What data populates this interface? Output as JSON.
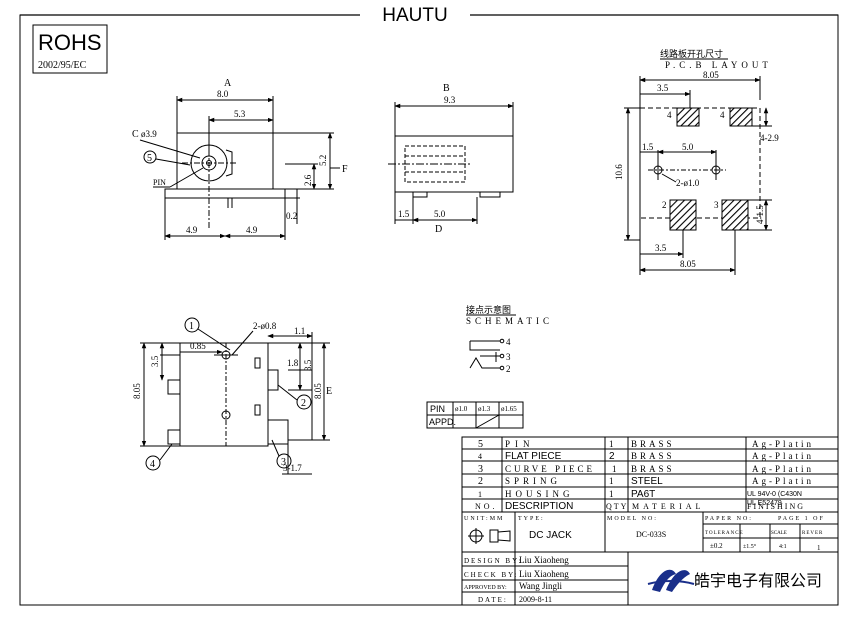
{
  "header": {
    "part_code": "HAUTU"
  },
  "rohs": {
    "mark": "ROHS",
    "directive": "2002/95/EC"
  },
  "front_view": {
    "label_A": "A",
    "dim_width": "8.0",
    "dim_offset": "5.3",
    "callout_C": "C",
    "dia_center": "ø3.9",
    "balloon_5": "5",
    "pin_label": "PIN",
    "dim_height": "5.2",
    "label_F": "F",
    "dim_pin_height": "2.6",
    "dim_pin_gap": "0.2",
    "dim_left": "4.9",
    "dim_right": "4.9"
  },
  "side_view": {
    "label_B": "B",
    "dim_length": "9.3",
    "dim_start": "1.5",
    "dim_span": "5.0",
    "label_D": "D"
  },
  "pcb_layout": {
    "title_cn": "线路板开孔尺寸",
    "title_en": "P.C.B LAYOUT",
    "dim_top_total": "8.05",
    "dim_top_left": "3.5",
    "pad_4a": "4",
    "pad_4b": "4",
    "dim_pad_gap": "4-2.9",
    "dim_height": "10.6",
    "dim_hole_x": "1.5",
    "dim_hole_span": "5.0",
    "hole_dia": "2-ø1.0",
    "pad_2": "2",
    "pad_3": "3",
    "dim_pad_h": "4-1.5",
    "dim_bottom_left": "3.5",
    "dim_bottom_total": "8.05"
  },
  "top_view": {
    "balloon_1": "1",
    "hole_dia": "2-ø0.8",
    "dim_1_1": "1.1",
    "dim_0_85": "0.85",
    "dim_3_5": "3.5",
    "dim_1_8": "1.8",
    "dim_3_5r": "3.5",
    "dim_8_05": "8.05",
    "dim_8_05r": "8.05",
    "label_E": "E",
    "balloon_2": "2",
    "balloon_3": "3",
    "balloon_4": "4",
    "dim_3_1_7": "3-1.7"
  },
  "schematic": {
    "title_cn": "接点示意图",
    "title_en": "SCHEMATIC",
    "pin4": "4",
    "pin3": "3",
    "pin2": "2"
  },
  "pin_table": {
    "header": [
      "PIN",
      "ø1.0",
      "ø1.3",
      "ø1.65"
    ],
    "row_label": "APPD."
  },
  "bom": {
    "rows": [
      {
        "no": "5",
        "desc": "PIN",
        "qty": "1",
        "material": "BRASS",
        "finish": "Ag-Platin"
      },
      {
        "no": "4",
        "desc": "FLAT PIECE",
        "qty": "2",
        "material": "BRASS",
        "finish": "Ag-Platin"
      },
      {
        "no": "3",
        "desc": "CURVE PIECE",
        "qty": "1",
        "material": "BRASS",
        "finish": "Ag-Platin"
      },
      {
        "no": "2",
        "desc": "SPRING",
        "qty": "1",
        "material": "STEEL",
        "finish": "Ag-Platin"
      },
      {
        "no": "1",
        "desc": "HOUSING",
        "qty": "1",
        "material": "PA6T",
        "finish": "UL 94V-0 (C430N"
      }
    ],
    "header": {
      "no": "NO.",
      "desc": "DESCRIPTION",
      "qty": "QTY",
      "material": "MATERIAL",
      "finish": "FINISHING"
    },
    "extra_note": "UL E52479"
  },
  "title_block": {
    "unit_label": "UNIT:MM",
    "type_label": "TYPE:",
    "type_value": "DC JACK",
    "model_label": "MODEL NO:",
    "model_value": "DC-033S",
    "paper_label": "PAPER NO:",
    "page_label": "PAGE 1 OF",
    "toler_label": "TOLERANCE",
    "scale_label": "SCALE",
    "rev_label": "REVER",
    "toler_value": "±0.2",
    "toler_angle": "±1.5°",
    "scale_value": "4:1",
    "rev_value": "1",
    "design_label": "DESIGN BY:",
    "design_value": "Liu Xiaoheng",
    "check_label": "CHECK BY:",
    "check_value": "Liu Xiaoheng",
    "approved_label": "APPROVED BY:",
    "approved_value": "Wang Jingli",
    "date_label": "DATE:",
    "date_value": "2009-8-11",
    "company": "皓宇电子有限公司"
  }
}
